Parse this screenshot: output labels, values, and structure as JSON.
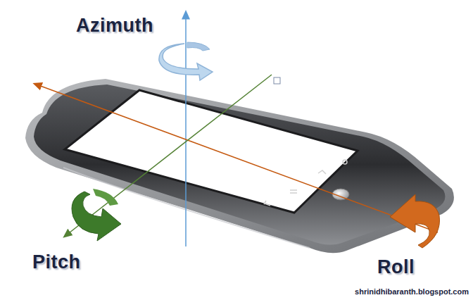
{
  "diagram": {
    "labels": [
      "Azimuth",
      "Pitch",
      "Roll",
      "shrinidhibaranth.blogspot.com"
    ]
  }
}
